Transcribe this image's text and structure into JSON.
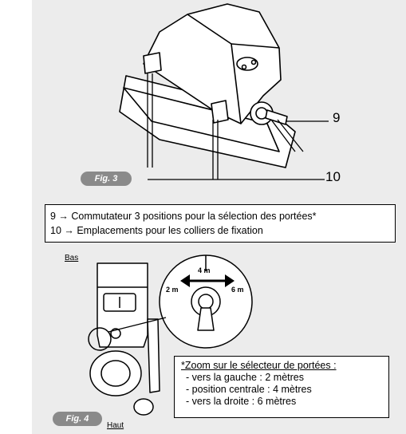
{
  "fig3": {
    "badge": "Fig. 3",
    "callout_9": "9",
    "callout_10": "10"
  },
  "legend": {
    "line1": "9 → Commutateur 3 positions pour la sélection des portées*",
    "line2": "10 → Emplacements pour les colliers de fixation"
  },
  "fig4": {
    "badge": "Fig. 4",
    "label_bas": "Bas",
    "label_haut": "Haut",
    "range_left": "2 m",
    "range_center": "4 m",
    "range_right": "6 m"
  },
  "zoom": {
    "title": "*Zoom sur le sélecteur de portées :",
    "items": [
      "- vers la gauche : 2 mètres",
      "- position centrale : 4 mètres",
      "- vers la droite : 6 mètres"
    ]
  }
}
